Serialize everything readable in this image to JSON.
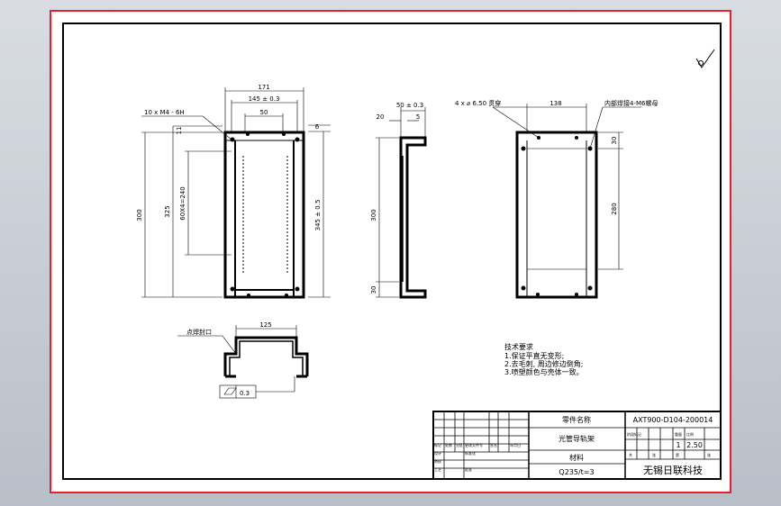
{
  "view": {
    "dims": {
      "d171": "171",
      "d145": "145 ± 0.3",
      "d50": "50",
      "d6": "6",
      "holes": "10 x M4 - 6H",
      "d11": "11",
      "d300": "300",
      "d325": "325",
      "d60x4": "60X4=240",
      "d345": "345 ± 0.5",
      "side50": "50 ± 0.3",
      "d20": "20",
      "d5": "5",
      "side300": "300",
      "side30": "30",
      "holes2": "4 x ⌀ 6.50 贯穿",
      "d138": "138",
      "rivet": "内部焊接4-M6螺母",
      "d30": "30",
      "d280": "280",
      "d125": "125",
      "weld": "点焊封口",
      "flat": "0.3"
    },
    "tech": {
      "title": "技术要求",
      "line1": "1.保证平直无变形;",
      "line2": "2.去毛刺, 周边修边倒角;",
      "line3": "3.喷塑颜色与壳体一致。"
    },
    "titleblock": {
      "part_name_label": "零件名称",
      "part_name": "光管导轨架",
      "material_label": "材料",
      "material": "Q235/t=3",
      "drawing_no": "AXT900-D104-200014",
      "qty": "1",
      "scale": "2.50",
      "company": "无锡日联科技",
      "cells": [
        "标记",
        "处数",
        "分区",
        "更改文件号",
        "签名",
        "年月日",
        "设计",
        "标准化",
        "审核",
        "工艺",
        "批准",
        "阶段标记",
        "重量",
        "比例",
        "共",
        "张",
        "第",
        "张"
      ]
    }
  }
}
